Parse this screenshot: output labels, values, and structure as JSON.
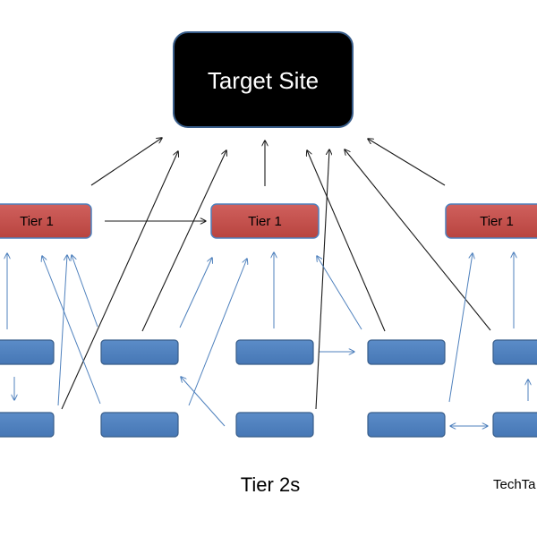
{
  "target": {
    "label": "Target Site"
  },
  "tier1": {
    "label": "Tier 1"
  },
  "tier2": {
    "caption": "Tier 2s"
  },
  "watermark": {
    "text": "TechTa"
  },
  "colors": {
    "target_fill": "#000000",
    "target_stroke": "#385D8A",
    "tier1_fill": "#C0504D",
    "tier1_stroke": "#4F81BD",
    "tier2_fill": "#4F81BD",
    "tier2_stroke": "#385D8A",
    "arrow_dark": "#1a1a1a",
    "arrow_blue": "#4F81BD"
  }
}
